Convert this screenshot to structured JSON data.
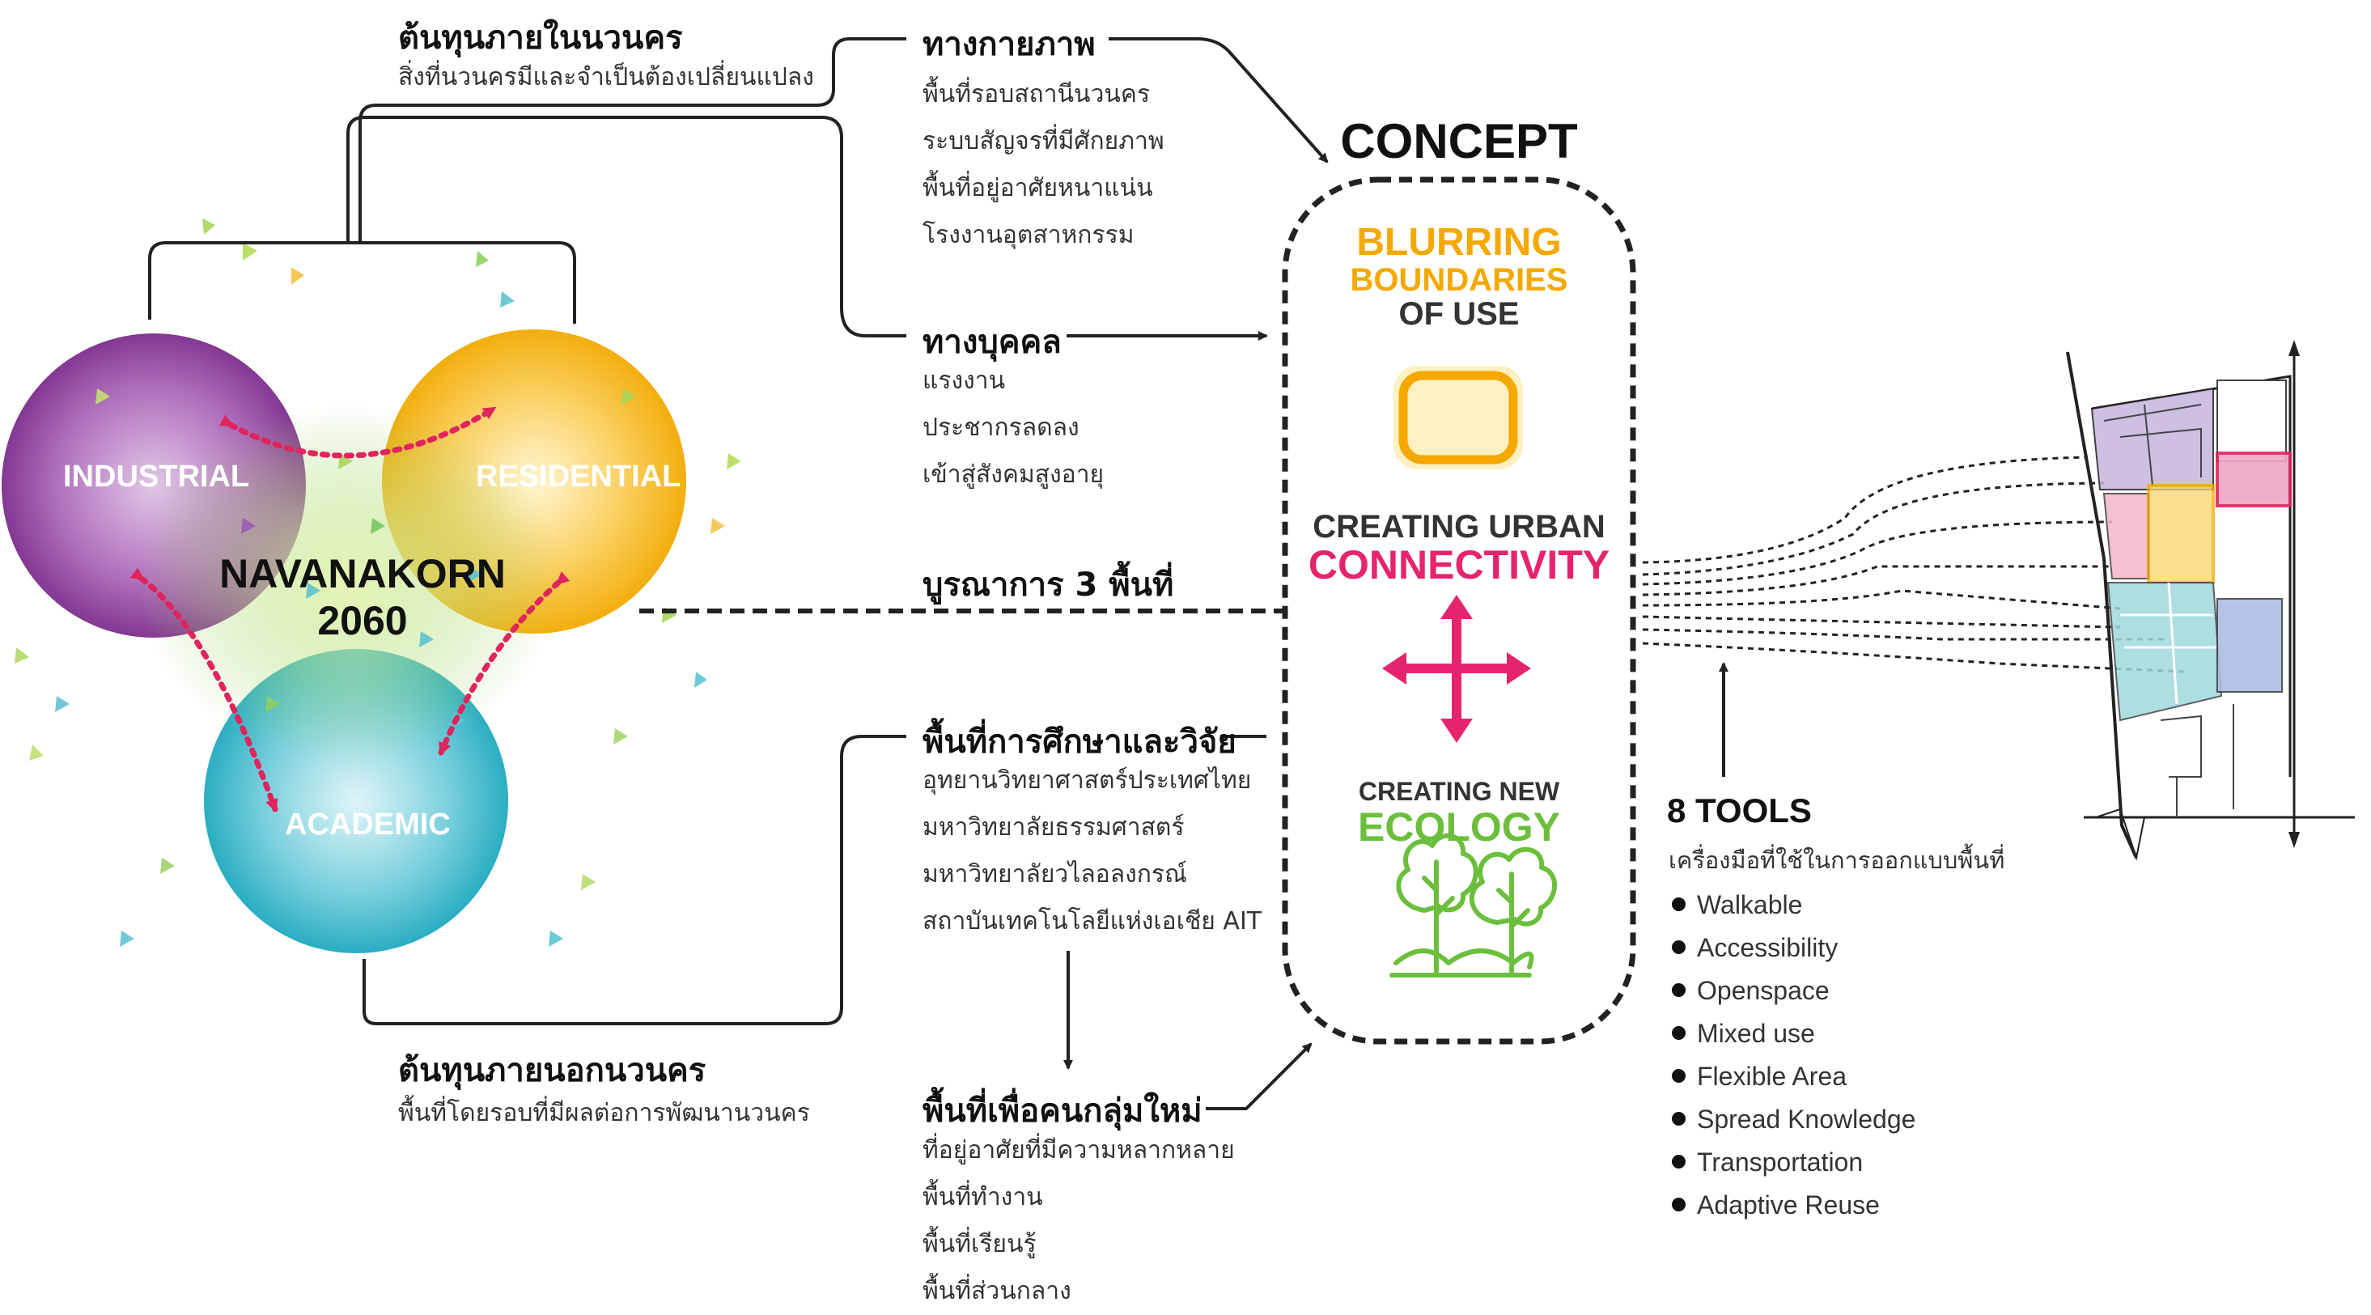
{
  "venn": {
    "industrial": "INDUSTRIAL",
    "residential": "RESIDENTIAL",
    "academic": "ACADEMIC",
    "center_line1": "NAVANAKORN",
    "center_line2": "2060"
  },
  "internal_capital": {
    "title": "ต้นทุนภายในนวนคร",
    "subtitle": "สิ่งที่นวนครมีและจำเป็นต้องเปลี่ยนแปลง"
  },
  "external_capital": {
    "title": "ต้นทุนภายนอกนวนคร",
    "subtitle": "พื้นที่โดยรอบที่มีผลต่อการพัฒนานวนคร"
  },
  "physical": {
    "title": "ทางกายภาพ",
    "items": [
      "พื้นที่รอบสถานีนวนคร",
      "ระบบสัญจรที่มีศักยภาพ",
      "พื้นที่อยู่อาศัยหนาแน่น",
      "โรงงานอุตสาหกรรม"
    ]
  },
  "people": {
    "title": "ทางบุคคล",
    "items": [
      "แรงงาน",
      "ประชากรลดลง",
      "เข้าสู่สังคมสูงอายุ"
    ]
  },
  "integration": {
    "title": "บูรณาการ 3 พื้นที่"
  },
  "education": {
    "title": "พื้นที่การศึกษาและวิจัย",
    "items": [
      "อุทยานวิทยาศาสตร์ประเทศไทย",
      "มหาวิทยาลัยธรรมศาสตร์",
      "มหาวิทยาลัยวไลอลงกรณ์",
      "สถาบันเทคโนโลยีแห่งเอเชีย AIT"
    ]
  },
  "new_group": {
    "title": "พื้นที่เพื่อคนกลุ่มใหม่",
    "items": [
      "ที่อยู่อาศัยที่มีความหลากหลาย",
      "พื้นที่ทำงาน",
      "พื้นที่เรียนรู้",
      "พื้นที่ส่วนกลาง"
    ]
  },
  "concept": {
    "title": "CONCEPT",
    "blurring": [
      "BLURRING",
      "BOUNDARIES",
      "OF USE"
    ],
    "connectivity": [
      "CREATING URBAN",
      "CONNECTIVITY"
    ],
    "ecology": [
      "CREATING NEW",
      "ECOLOGY"
    ]
  },
  "tools": {
    "title": "8 TOOLS",
    "subtitle": "เครื่องมือที่ใช้ในการออกแบบพื้นที่",
    "items": [
      "Walkable",
      "Accessibility",
      "Openspace",
      "Mixed use",
      "Flexible Area",
      "Spread Knowledge",
      "Transportation",
      "Adaptive Reuse"
    ]
  },
  "colors": {
    "industrial": "#8e3a9d",
    "residential": "#f5b316",
    "academic": "#33b6c9",
    "blurring": "#f5a800",
    "connectivity": "#e6246e",
    "ecology": "#6cbf3d"
  }
}
